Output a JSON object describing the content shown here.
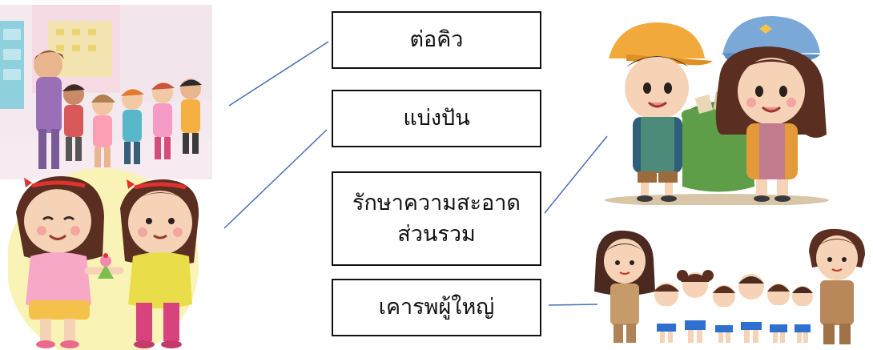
{
  "labels": {
    "queue": "ต่อคิว",
    "share": "แบ่งปัน",
    "clean_line1": "รักษาความสะอาด",
    "clean_line2": "ส่วนรวม",
    "respect": "เคารพผู้ใหญ่"
  },
  "colors": {
    "connector": "#4a6fb5",
    "box_border": "#111111"
  },
  "images": [
    {
      "name": "children-lining-up-illustration",
      "matches": "queue"
    },
    {
      "name": "girls-sharing-cupcake-illustration",
      "matches": "share"
    },
    {
      "name": "kids-collecting-trash-illustration",
      "matches": "clean"
    },
    {
      "name": "teachers-and-students-greeting-illustration",
      "matches": "respect"
    }
  ]
}
